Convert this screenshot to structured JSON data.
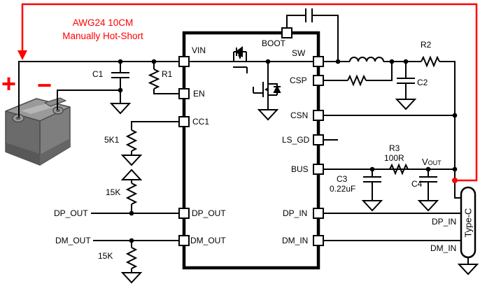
{
  "colors": {
    "annotation_red": "#ff0000",
    "wire_black": "#000000",
    "background": "#ffffff"
  },
  "annotation": {
    "line1": "AWG24 10CM",
    "line2": "Manually Hot-Short"
  },
  "battery": {
    "positive_label": "+",
    "negative_label": "−"
  },
  "ic_pins": {
    "vin": "VIN",
    "en": "EN",
    "cc1": "CC1",
    "dp_out": "DP_OUT",
    "dm_out": "DM_OUT",
    "boot": "BOOT",
    "sw": "SW",
    "csp": "CSP",
    "csn": "CSN",
    "ls_gd": "LS_GD",
    "bus": "BUS",
    "dp_in": "DP_IN",
    "dm_in": "DM_IN"
  },
  "components": {
    "c1": "C1",
    "r1": "R1",
    "r_cc1": "5K1",
    "r_dp_pulldown": "15K",
    "r_dm_pulldown": "15K",
    "r2": "R2",
    "c2": "C2",
    "r3": "R3",
    "r3_value": "100R",
    "c3": "C3",
    "c3_value": "0.22uF",
    "c4": "C4"
  },
  "nets": {
    "dp_out": "DP_OUT",
    "dm_out": "DM_OUT",
    "dp_in": "DP_IN",
    "dm_in": "DM_IN",
    "vout_prefix": "V",
    "vout_subscript": "OUT"
  },
  "connector": {
    "label": "Type-C"
  }
}
